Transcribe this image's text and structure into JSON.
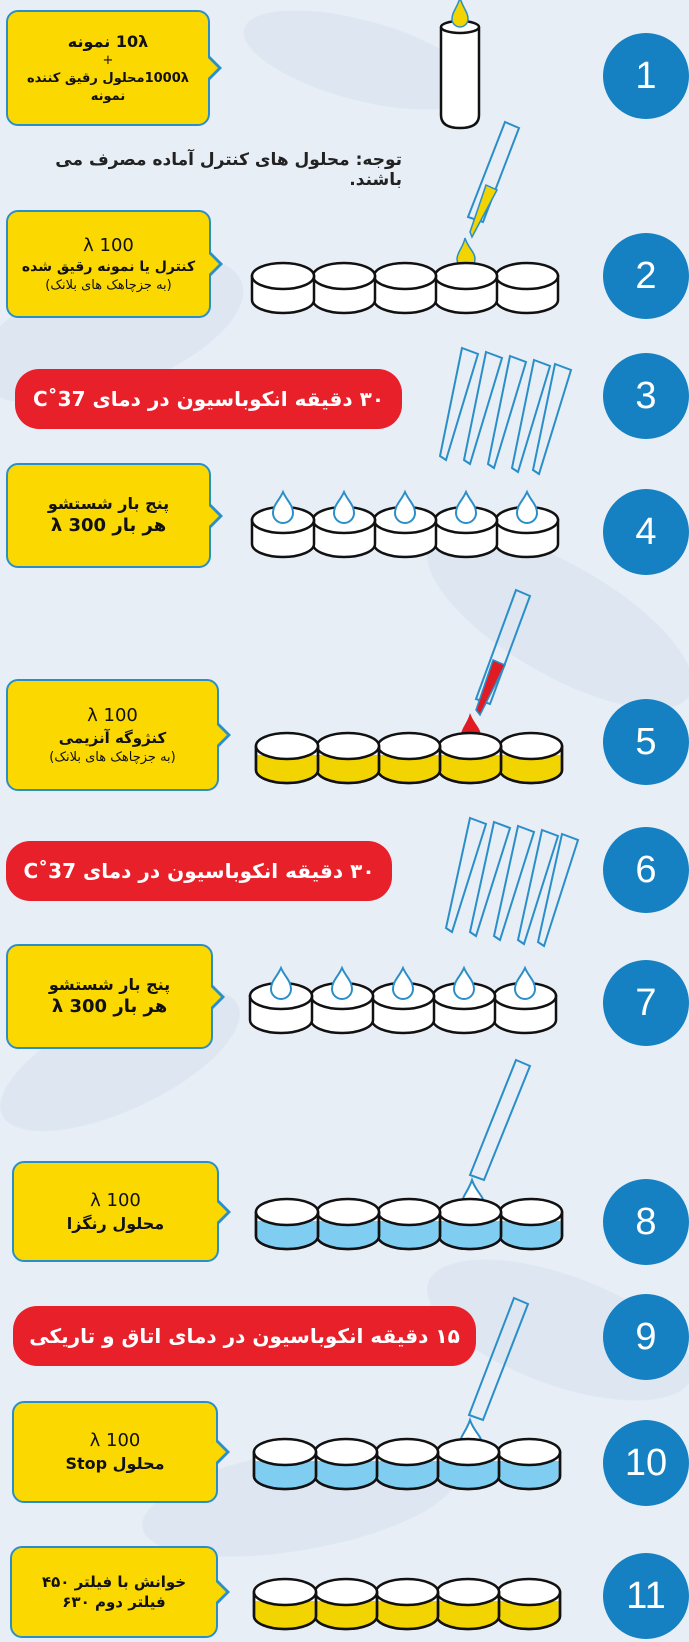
{
  "steps": [
    {
      "number": "1"
    },
    {
      "number": "2"
    },
    {
      "number": "3"
    },
    {
      "number": "4"
    },
    {
      "number": "5"
    },
    {
      "number": "6"
    },
    {
      "number": "7"
    },
    {
      "number": "8"
    },
    {
      "number": "9"
    },
    {
      "number": "10"
    },
    {
      "number": "11"
    }
  ],
  "note": "توجه: محلول های کنترل آماده مصرف می باشند.",
  "callouts": {
    "s1": {
      "line1": "10λ نمونه",
      "line2": "+",
      "line3": "1000λمحلول رقیق کننده نمونه"
    },
    "s2": {
      "line1": "100 λ",
      "line2": "کنترل یا نمونه رقیق شده",
      "line3": "(به جزچاهک های بلانک)"
    },
    "s4": {
      "line1": "پنج بار شستشو",
      "line2": "هر بار λ 300"
    },
    "s5": {
      "line1": "100 λ",
      "line2": "کنژوگه آنزیمی",
      "line3": "(به جزچاهک های بلانک)"
    },
    "s7": {
      "line1": "پنج بار شستشو",
      "line2": "هر بار λ 300"
    },
    "s8": {
      "line1": "100 λ",
      "line2": "محلول رنگزا"
    },
    "s10": {
      "line1": "100 λ",
      "line2": "محلول Stop"
    },
    "s11": {
      "line1": "خوانش با فیلتر ۴۵۰",
      "line2": "فیلتر دوم ۶۳۰"
    }
  },
  "pills": {
    "s3": "۳۰ دقیقه انکوباسیون در دمای 37˚C",
    "s6": "۳۰ دقیقه انکوباسیون در دمای 37˚C",
    "s9": "۱۵ دقیقه انکوباسیون در دمای اتاق و تاریکی"
  },
  "colors": {
    "circle": "#1580c2",
    "callout": "#fbd800",
    "pill": "#e8202a",
    "yellow_liquid": "#f1d400",
    "blue_liquid": "#7fcdf1",
    "red_drop": "#e01b24"
  }
}
